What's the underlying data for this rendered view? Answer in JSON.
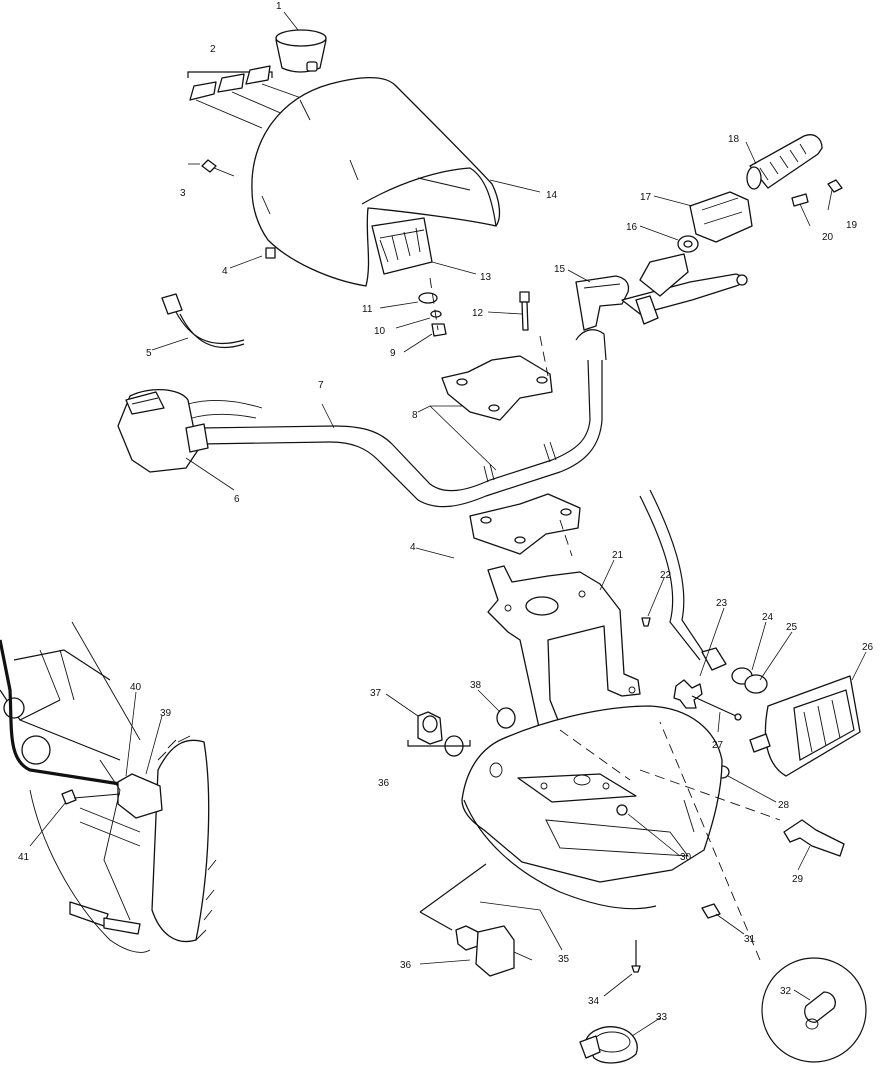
{
  "callouts": [
    {
      "id": "c1",
      "label": "1"
    },
    {
      "id": "c2",
      "label": "2"
    },
    {
      "id": "c3",
      "label": "3"
    },
    {
      "id": "c4a",
      "label": "4"
    },
    {
      "id": "c4b",
      "label": "4"
    },
    {
      "id": "c5",
      "label": "5"
    },
    {
      "id": "c6",
      "label": "6"
    },
    {
      "id": "c7",
      "label": "7"
    },
    {
      "id": "c8",
      "label": "8"
    },
    {
      "id": "c9",
      "label": "9"
    },
    {
      "id": "c10",
      "label": "10"
    },
    {
      "id": "c11",
      "label": "11"
    },
    {
      "id": "c12",
      "label": "12"
    },
    {
      "id": "c13",
      "label": "13"
    },
    {
      "id": "c14",
      "label": "14"
    },
    {
      "id": "c15",
      "label": "15"
    },
    {
      "id": "c16",
      "label": "16"
    },
    {
      "id": "c17",
      "label": "17"
    },
    {
      "id": "c18",
      "label": "18"
    },
    {
      "id": "c19",
      "label": "19"
    },
    {
      "id": "c20",
      "label": "20"
    },
    {
      "id": "c21",
      "label": "21"
    },
    {
      "id": "c22",
      "label": "22"
    },
    {
      "id": "c23",
      "label": "23"
    },
    {
      "id": "c24",
      "label": "24"
    },
    {
      "id": "c25",
      "label": "25"
    },
    {
      "id": "c26",
      "label": "26"
    },
    {
      "id": "c27",
      "label": "27"
    },
    {
      "id": "c28",
      "label": "28"
    },
    {
      "id": "c29",
      "label": "29"
    },
    {
      "id": "c30",
      "label": "30"
    },
    {
      "id": "c31",
      "label": "31"
    },
    {
      "id": "c32",
      "label": "32"
    },
    {
      "id": "c33",
      "label": "33"
    },
    {
      "id": "c34",
      "label": "34"
    },
    {
      "id": "c35",
      "label": "35"
    },
    {
      "id": "c36a",
      "label": "36"
    },
    {
      "id": "c36b",
      "label": "36"
    },
    {
      "id": "c37",
      "label": "37"
    },
    {
      "id": "c38",
      "label": "38"
    },
    {
      "id": "c39",
      "label": "39"
    },
    {
      "id": "c40",
      "label": "40"
    },
    {
      "id": "c41",
      "label": "41"
    }
  ]
}
